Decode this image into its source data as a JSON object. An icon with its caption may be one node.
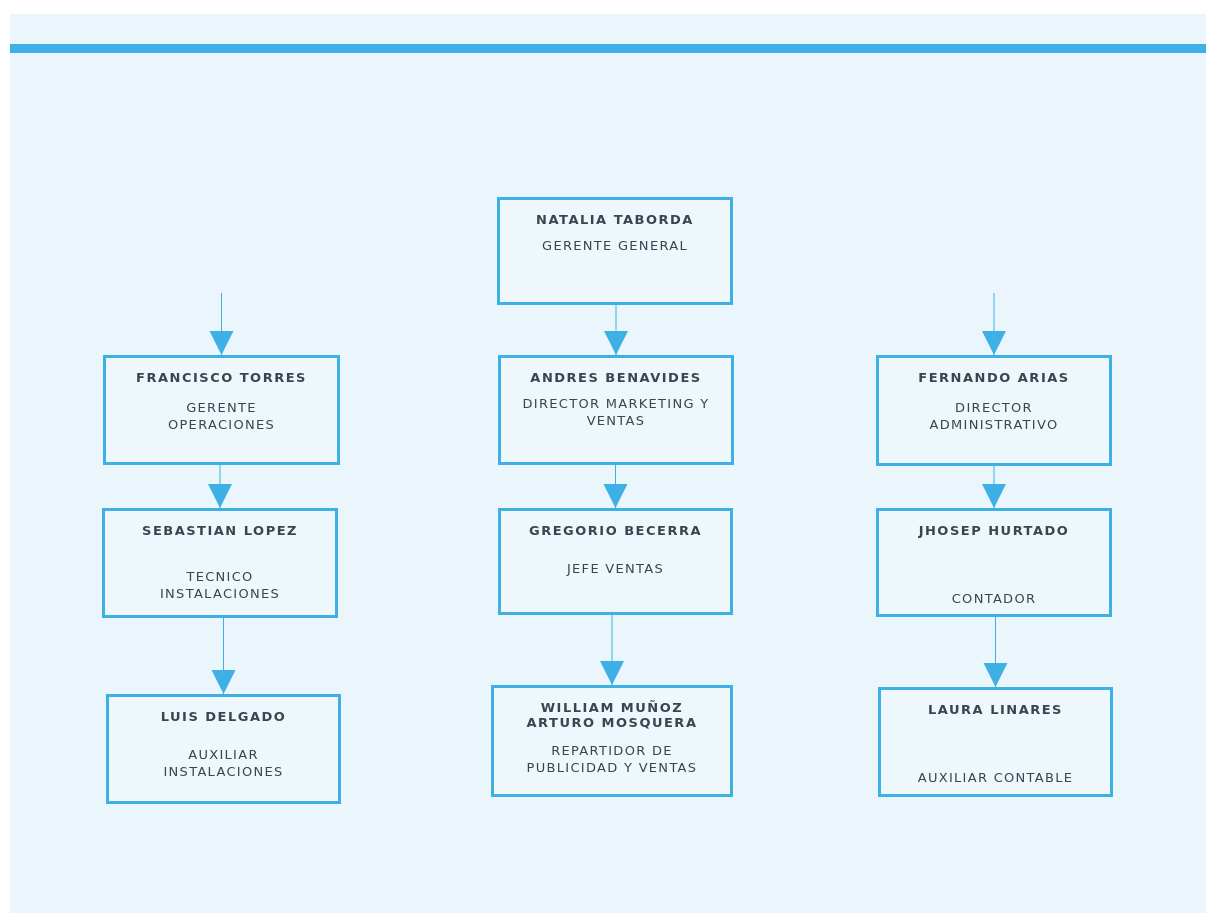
{
  "diagram": {
    "nodes": [
      {
        "text": [
          "NATALIA TABORDA",
          "GERENTE GENERAL"
        ]
      },
      {
        "text": [
          "FRANCISCO TORRES",
          "GERENTE OPERACIONES"
        ]
      },
      {
        "text": [
          "ANDRES BENAVIDES",
          "DIRECTOR MARKETING Y VENTAS"
        ]
      },
      {
        "text": [
          "FERNANDO ARIAS",
          "DIRECTOR ADMINISTRATIVO"
        ]
      },
      {
        "text": [
          "SEBASTIAN LOPEZ",
          "TECNICO INSTALACIONES"
        ]
      },
      {
        "text": [
          "GREGORIO BECERRA",
          "JEFE VENTAS"
        ]
      },
      {
        "text": [
          "JHOSEP HURTADO",
          "CONTADOR"
        ]
      },
      {
        "text": [
          "LUIS DELGADO",
          "AUXILIAR INSTALACIONES"
        ]
      },
      {
        "text": [
          "WILLIAM MUÑOZ ARTURO MOSQUERA",
          "REPARTIDOR DE PUBLICIDAD Y VENTAS"
        ]
      },
      {
        "text": [
          "LAURA LINARES",
          "AUXILIAR CONTABLE"
        ]
      }
    ],
    "edges": [
      {
        "from": null,
        "to": 1,
        "arrow": "to"
      },
      {
        "from": 0,
        "to": 2,
        "arrow": "to"
      },
      {
        "from": null,
        "to": 3,
        "arrow": "to"
      },
      {
        "from": 1,
        "to": 4,
        "arrow": "to"
      },
      {
        "from": 2,
        "to": 5,
        "arrow": "to"
      },
      {
        "from": 3,
        "to": 6,
        "arrow": "to"
      },
      {
        "from": 4,
        "to": 7,
        "arrow": "to"
      },
      {
        "from": 5,
        "to": 8,
        "arrow": "to"
      },
      {
        "from": 6,
        "to": 9,
        "arrow": "to"
      }
    ]
  }
}
